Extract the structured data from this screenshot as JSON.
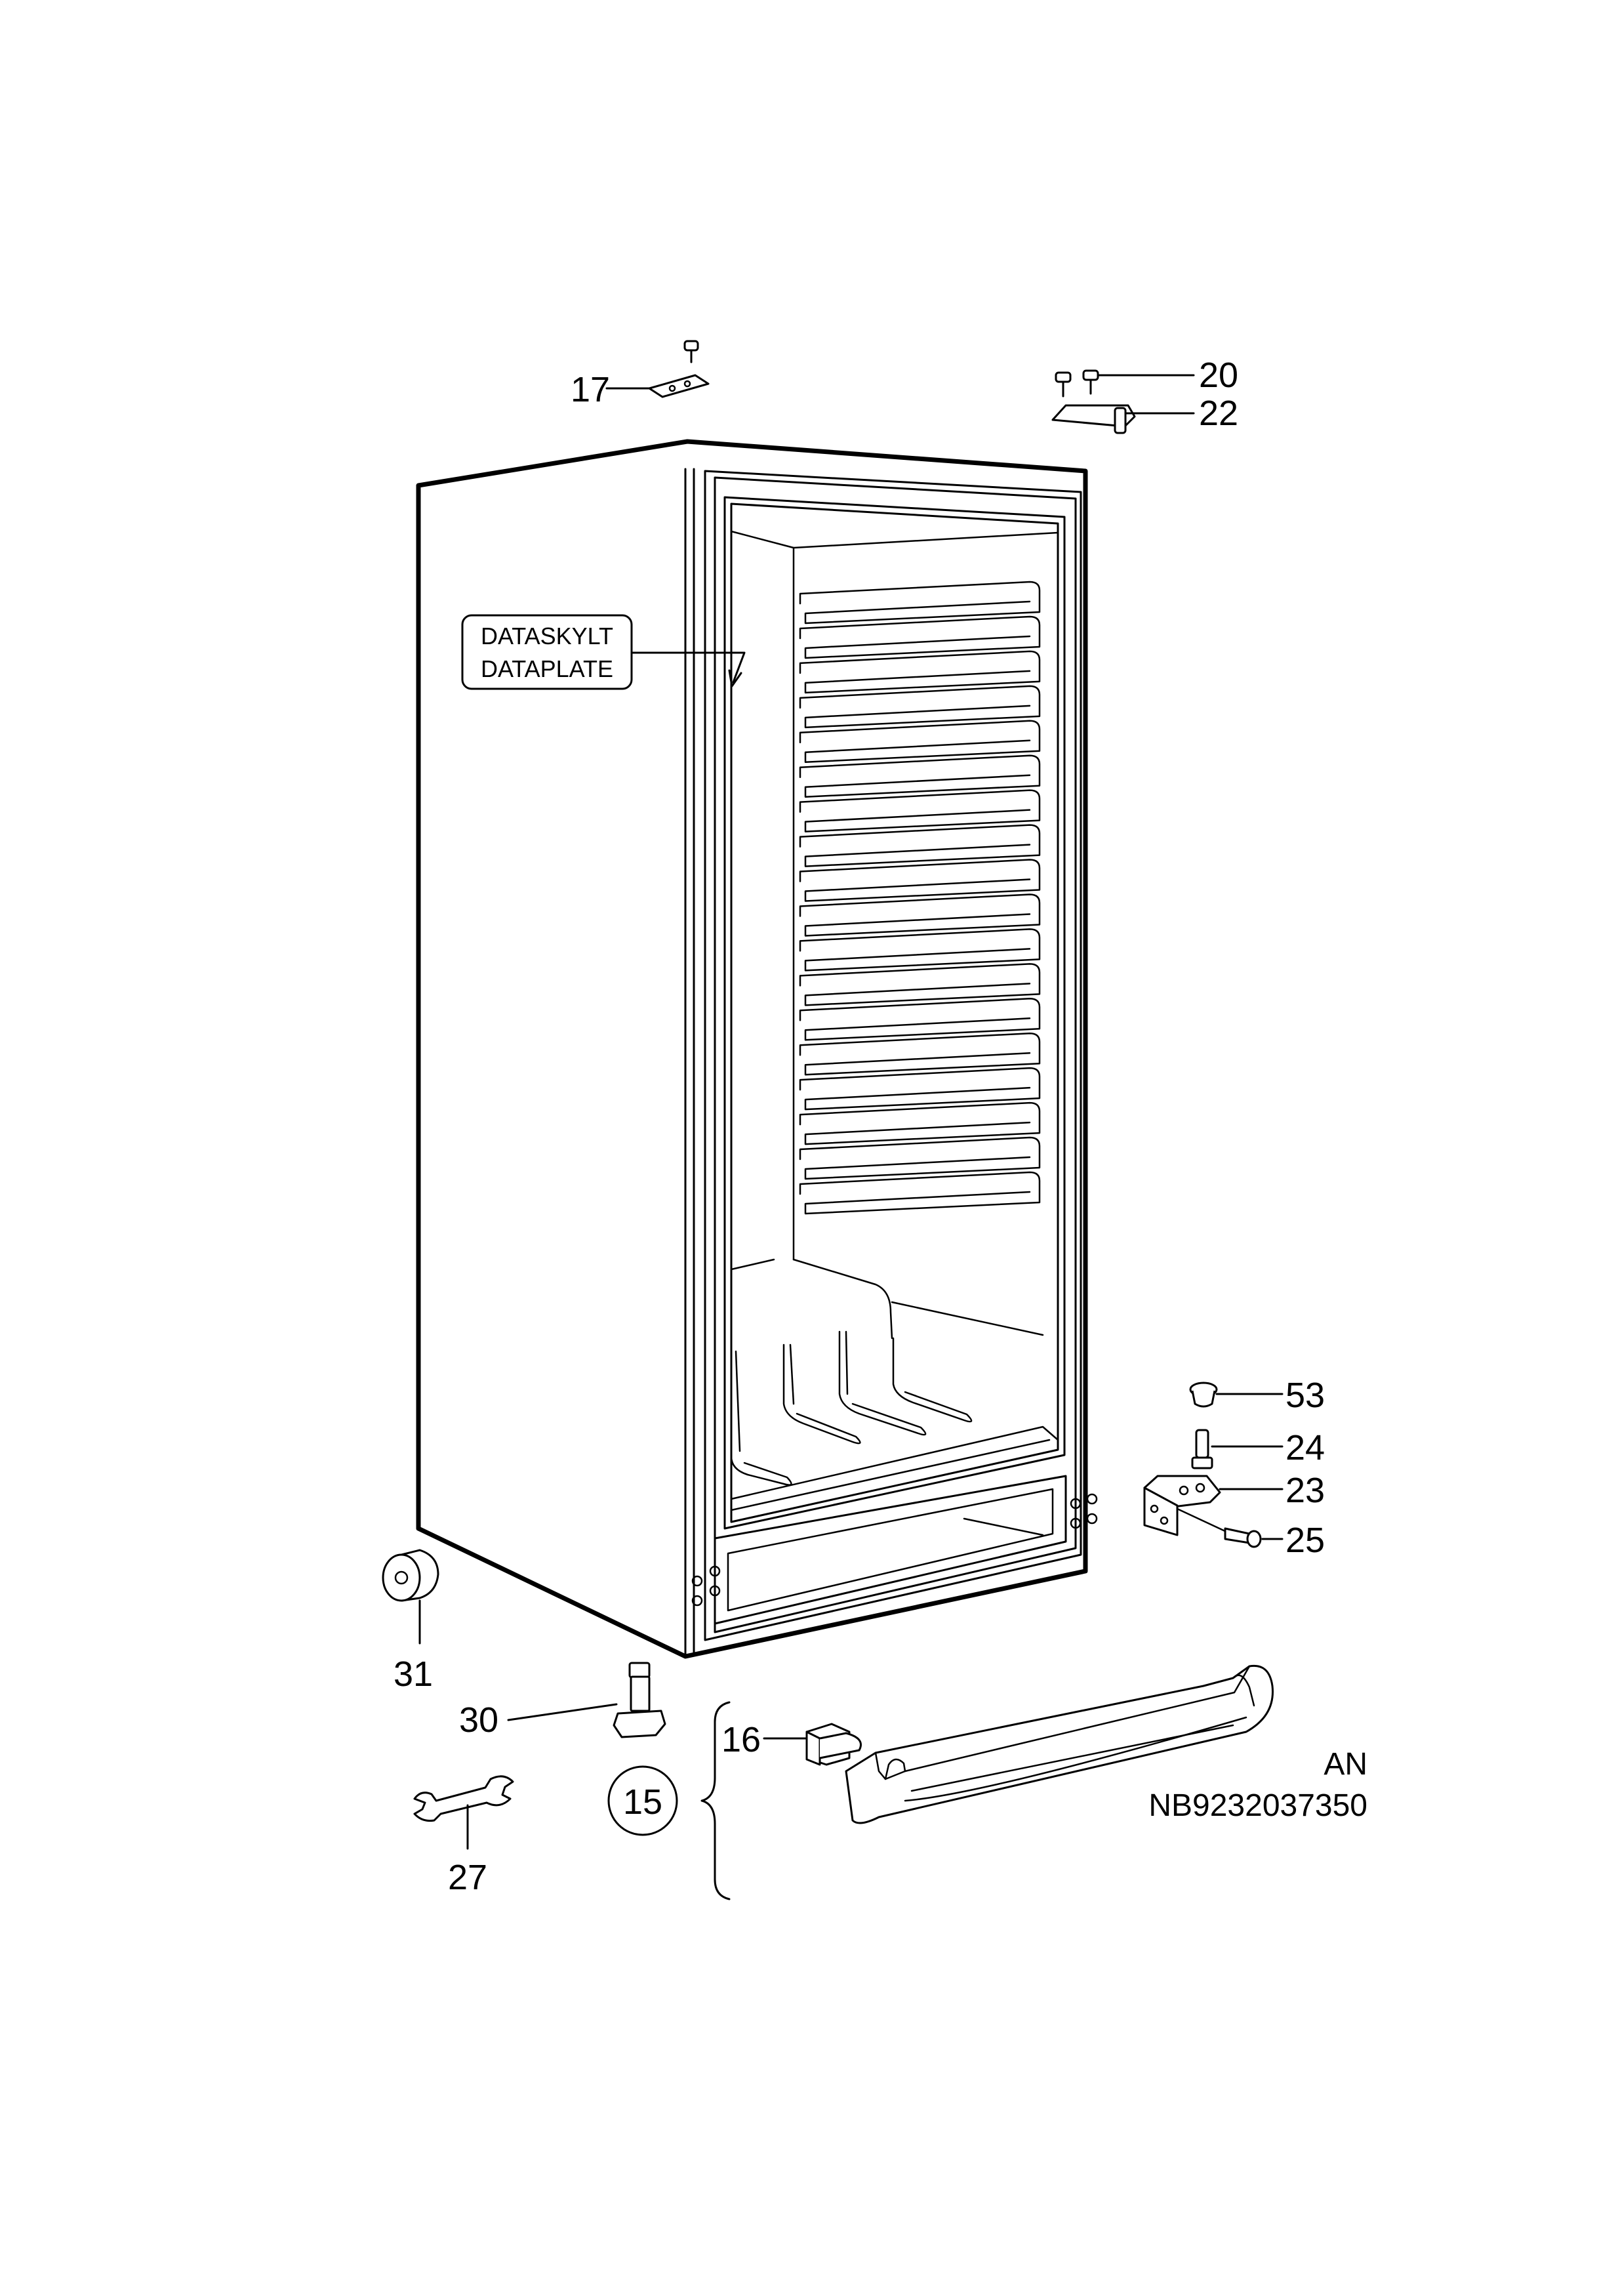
{
  "diagram": {
    "plate_label_line1": "DATASKYLT",
    "plate_label_line2": "DATAPLATE",
    "group_label": "15",
    "doc_code_line1": "AN",
    "doc_code_line2": "NB9232037350",
    "callouts": {
      "p17": "17",
      "p20": "20",
      "p22": "22",
      "p53": "53",
      "p24": "24",
      "p23": "23",
      "p25": "25",
      "p31": "31",
      "p30": "30",
      "p16": "16",
      "p27": "27"
    }
  }
}
